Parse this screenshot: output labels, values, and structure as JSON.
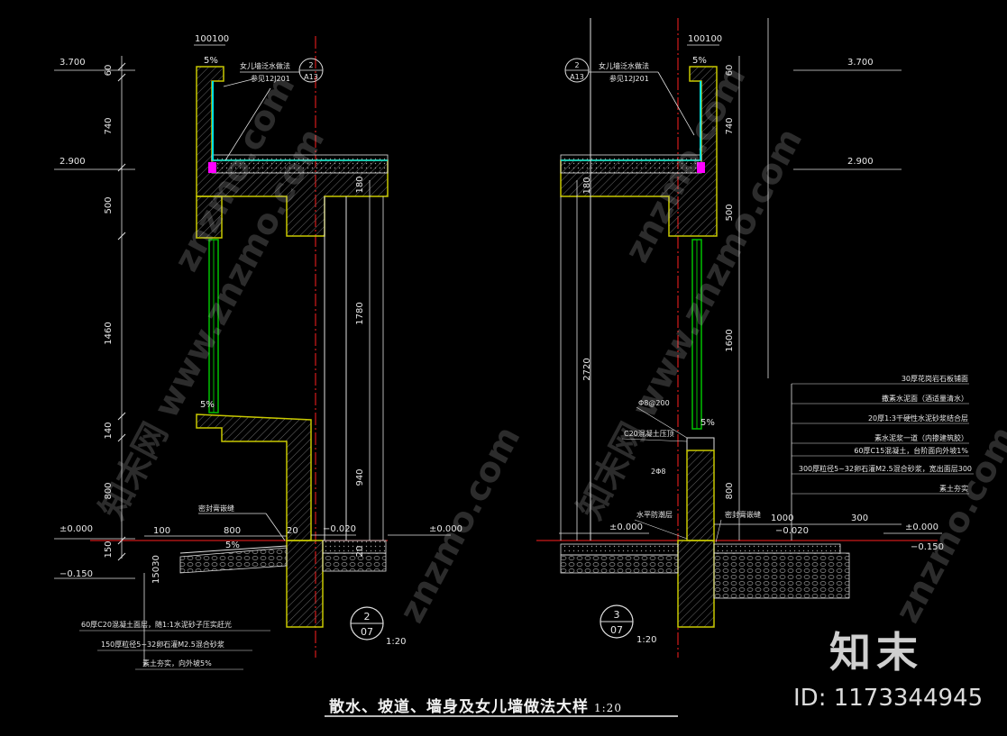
{
  "title": "散水、坡道、墙身及女儿墙做法大样",
  "title_scale": "1:20",
  "logo": "知末",
  "id_text": "ID: 1173344945",
  "watermark": "znzmo.com",
  "watermark_cn": "知末网 www.znzmo.com",
  "left": {
    "parapet_ref": "女儿墙泛水做法",
    "parapet_ref2": "参见12J201",
    "ref_num": "2",
    "ref_sheet": "A13",
    "top_dim": "100100",
    "slope_top": "5%",
    "lvl_370": "3.700",
    "lvl_290": "2.900",
    "lvl_000": "±0.000",
    "lvl_m015": "−0.150",
    "lvl_m002": "−0.020",
    "lvl_000r": "±0.000",
    "d60": "60",
    "d740": "740",
    "d500": "500",
    "d1460": "1460",
    "d140": "140",
    "d800": "800",
    "d150": "150",
    "d180": "180",
    "d1780": "1780",
    "d940": "940",
    "d20": "20",
    "d20b": "20",
    "d100": "100",
    "d800h": "800",
    "d15030": "15030",
    "d150v": "150",
    "d30": "30",
    "slope_sill": "5%",
    "slope_ramp": "5%",
    "seal": "密封膏嵌缝",
    "notes": [
      "60厚C20混凝土面层，随1:1水泥砂子压实赶光",
      "150厚粒径5~32卵石灌M2.5混合砂浆",
      "素土夯实，向外坡5%"
    ],
    "callout_num": "2",
    "callout_sheet": "07",
    "callout_scale": "1:20"
  },
  "right": {
    "parapet_ref": "女儿墙泛水做法",
    "parapet_ref2": "参见12J201",
    "ref_num": "2",
    "ref_sheet": "A13",
    "top_dim": "100100",
    "slope_top": "5%",
    "lvl_370": "3.700",
    "lvl_290": "2.900",
    "lvl_000": "±0.000",
    "lvl_000b": "±0.000",
    "lvl_m015": "−0.150",
    "lvl_m002": "−0.020",
    "d60": "60",
    "d740": "740",
    "d500": "500",
    "d180": "180",
    "d1600": "1600",
    "d2720": "2720",
    "d800": "800",
    "d1000": "1000",
    "d300": "300",
    "phi": "Φ8@200",
    "beam": "C20混凝土压顶",
    "bars": "2Φ8",
    "moisture": "水平防潮层",
    "seal": "密封膏嵌缝",
    "slope_sill": "5%",
    "notes": [
      "30厚花岗岩石板铺面",
      "撒素水泥面（酒适量清水）",
      "20厚1:3干硬性水泥砂浆结合层",
      "素水泥浆一道（内掺建筑胶）",
      "60厚C15混凝土，台阶面向外坡1%",
      "300厚粒径5~32卵石灌M2.5混合砂浆，宽出面层300",
      "素土夯实"
    ],
    "callout_num": "3",
    "callout_sheet": "07",
    "callout_scale": "1:20"
  },
  "colors": {
    "background": "#000000",
    "wall": "#c8c800",
    "outline": "#ffffff",
    "axis": "#ff2020",
    "window": "#00c000",
    "membrane": "#00e0e0",
    "magenta": "#ff00ff",
    "hatch": "#808080"
  }
}
